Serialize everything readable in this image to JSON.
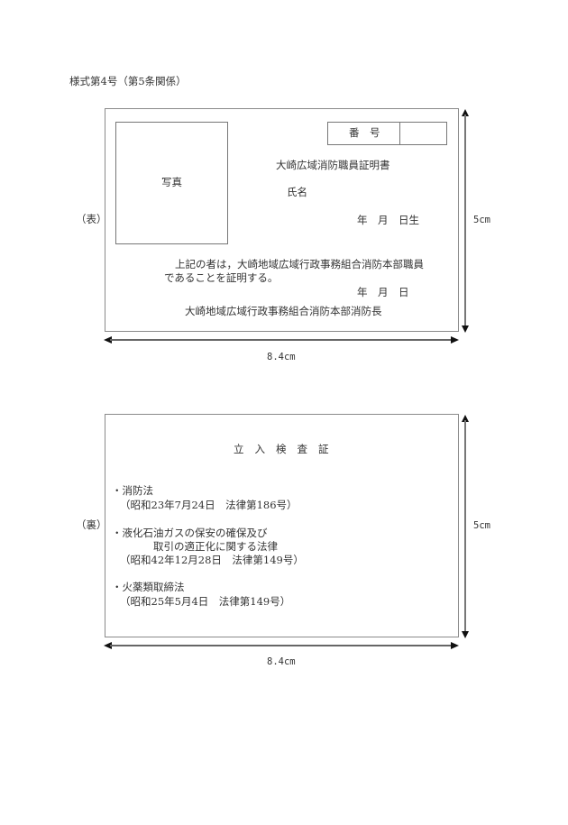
{
  "form_title": "様式第4号（第5条関係）",
  "front": {
    "side_label": "（表）",
    "photo_label": "写真",
    "number_label": "番　号",
    "number_value": "",
    "certificate_title": "大崎広域消防職員証明書",
    "name_label": "氏名",
    "birth_date": "年　月　日生",
    "statement_line1": "上記の者は，大崎地域広域行政事務組合消防本部職員",
    "statement_line2": "であることを証明する。",
    "issue_date": "年　月　日",
    "issuer": "大崎地域広域行政事務組合消防本部消防長",
    "height_dimension": "5cm",
    "width_dimension": "8.4cm"
  },
  "back": {
    "side_label": "（裏）",
    "title": "立入検査証",
    "laws": [
      {
        "name": "・消防法",
        "name_cont": "",
        "enactment": "（昭和23年7月24日　法律第186号）"
      },
      {
        "name": "・液化石油ガスの保安の確保及び",
        "name_cont": "取引の適正化に関する法律",
        "enactment": "（昭和42年12月28日　法律第149号）"
      },
      {
        "name": "・火薬類取締法",
        "name_cont": "",
        "enactment": "（昭和25年5月4日　法律第149号）"
      }
    ],
    "height_dimension": "5cm",
    "width_dimension": "8.4cm"
  }
}
